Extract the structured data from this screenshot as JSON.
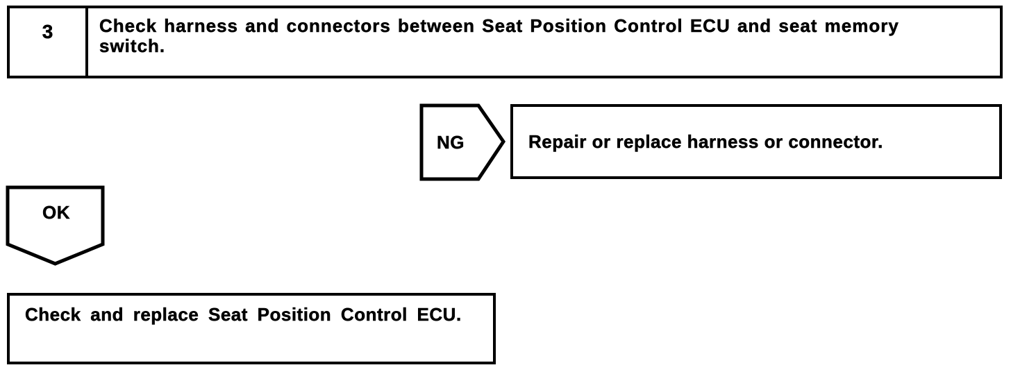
{
  "page": {
    "background_color": "#ffffff",
    "line_color": "#000000"
  },
  "step_box": {
    "number": "3",
    "instruction": "Check harness and connectors between Seat Position Control ECU and seat memory switch."
  },
  "ng_branch": {
    "connector_label": "NG",
    "action": "Repair or replace harness or connector."
  },
  "ok_branch": {
    "connector_label": "OK",
    "action": "Check and replace Seat Position Control ECU."
  }
}
